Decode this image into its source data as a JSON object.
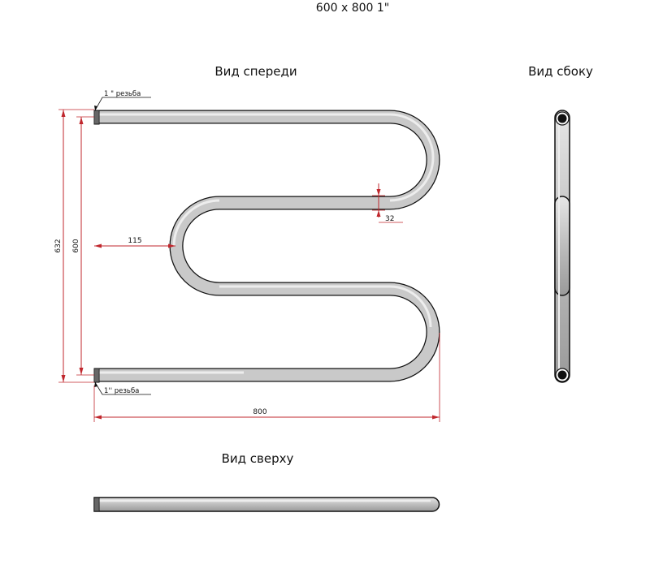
{
  "header": {
    "title": "600 x 800 1\""
  },
  "views": {
    "front": "Вид спереди",
    "side": "Вид сбоку",
    "top": "Вид сверху"
  },
  "notes": {
    "thread_top": "1 \" резьба",
    "thread_bottom": "1'' резьба"
  },
  "dimensions": {
    "total_height": "632",
    "height": "600",
    "width": "800",
    "offset": "115",
    "gap": "32"
  },
  "colors": {
    "dimension": "#c0272d",
    "tube": "#c9c9c9",
    "outline": "#111111"
  }
}
